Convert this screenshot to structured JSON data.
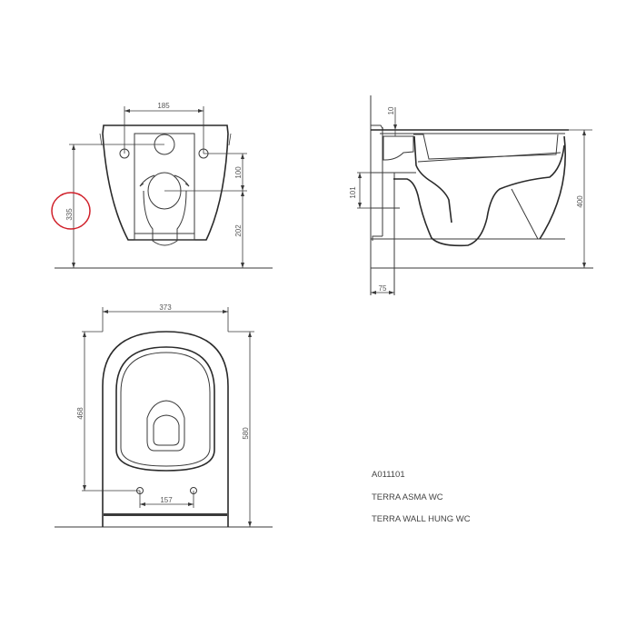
{
  "drawing": {
    "product_code": "A011101",
    "product_name_1": "TERRA ASMA WC",
    "product_name_2": "TERRA WALL HUNG WC",
    "colors": {
      "line": "#3a3a3a",
      "dimension_text": "#555555",
      "highlight_circle": "#d0202a",
      "background": "#ffffff"
    }
  },
  "front_view": {
    "dim_bolt_spacing": "185",
    "dim_inlet_to_outlet": "100",
    "dim_outlet_height": "202",
    "dim_inlet_height": "335"
  },
  "side_view": {
    "dim_top_offset": "10",
    "dim_outlet_diameter": "101",
    "dim_wall_depth": "75",
    "dim_total_height": "400"
  },
  "top_view": {
    "dim_width": "373",
    "dim_fixing_depth": "468",
    "dim_total_length": "580",
    "dim_fixing_spacing": "157"
  },
  "highlight": {
    "target": "335",
    "shape": "circle"
  }
}
